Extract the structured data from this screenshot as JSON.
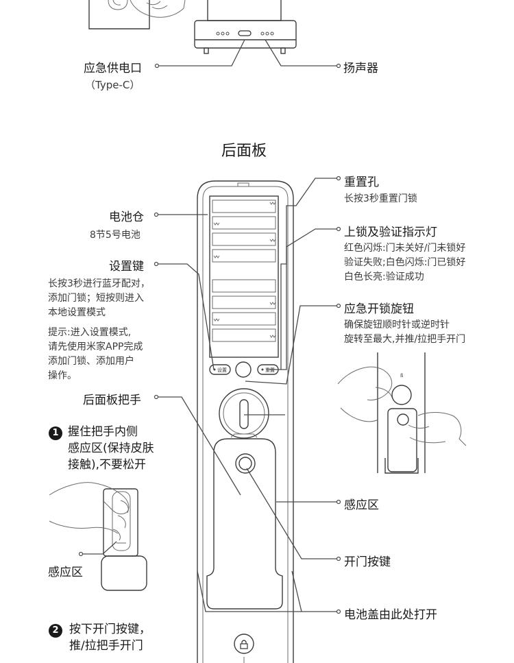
{
  "top": {
    "emergency_power": "应急供电口",
    "emergency_power_sub": "（Type-C）",
    "speaker": "扬声器"
  },
  "section_title": "后面板",
  "left": {
    "battery_bay": "电池仓",
    "battery_bay_sub": "8节5号电池",
    "settings_key": "设置键",
    "settings_desc": [
      "长按3秒进行蓝牙配对，",
      "添加门锁；短按则进入",
      "本地设置模式"
    ],
    "settings_tip": [
      "提示:进入设置模式,",
      "请先使用米家APP完成",
      "添加门锁、添加用户",
      "操作。"
    ],
    "rear_handle": "后面板把手",
    "step1_num": "1",
    "step1_text": [
      "握住把手内侧",
      "感应区(保持皮肤",
      "接触),不要松开"
    ],
    "sense_area": "感应区",
    "step2_num": "2",
    "step2_text": [
      "按下开门按键，",
      "推/拉把手开门"
    ]
  },
  "right": {
    "reset_hole": "重置孔",
    "reset_sub": "长按3秒重置门锁",
    "lock_indicator": "上锁及验证指示灯",
    "lock_indicator_sub": [
      "红色闪烁:门未关好/门未锁好",
      "验证失败;白色闪烁:门已锁好",
      "白色长亮:验证成功"
    ],
    "emergency_knob": "应急开锁旋钮",
    "emergency_knob_sub": [
      "确保旋钮顺时针或逆时针",
      "旋转至最大,并推/拉把手开门"
    ],
    "sense_area": "感应区",
    "open_button": "开门按键",
    "battery_cover": "电池盖由此处打开"
  },
  "device_labels": {
    "settings_btn": "设置",
    "reset_btn": "重置"
  },
  "icons": [
    "lock-icon",
    "battery-spring-icon",
    "type-c-port-icon",
    "hand-illustration-icon"
  ]
}
